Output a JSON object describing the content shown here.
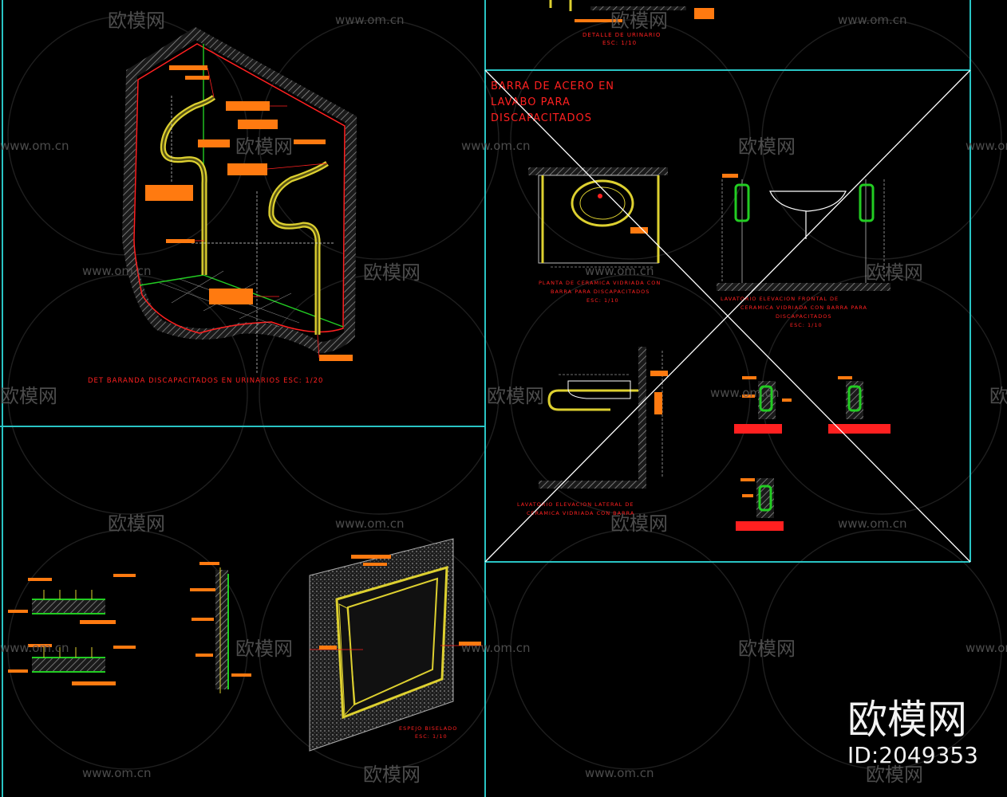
{
  "drawing": {
    "title_main": "BARRA DE ACERO EN LAVABO PARA DISCAPACITADOS",
    "title_lines": [
      "BARRA DE ACERO EN",
      "LAVABO PARA",
      "DISCAPACITADOS"
    ],
    "caption_urinal": "DET BARANDA DISCAPACITADOS EN URINARIOS   ESC: 1/20",
    "caption_plan": [
      "PLANTA DE CERAMICA VIDRIADA CON",
      "BARRA PARA DISCAPACITADOS",
      "ESC: 1/10"
    ],
    "caption_front": [
      "LAVATORIO ELEVACION FRONTAL DE",
      "CERAMICA VIDRIADA CON BARRA PARA",
      "DISCAPACITADOS",
      "ESC: 1/10"
    ],
    "caption_side": [
      "LAVATORIO ELEVACION LATERAL DE",
      "CERAMICA VIDRIADA CON BARRA"
    ],
    "caption_top_panel": [
      "DETALLE DE URINARIO",
      "ESC: 1/10"
    ],
    "caption_mirror": [
      "ESPEJO BISELADO",
      "ESC: 1/10"
    ]
  },
  "watermarks": {
    "site": "www.om.cn",
    "brand_cn": "欧模网",
    "footer_brand": "欧模网",
    "footer_id": "ID:2049353"
  },
  "colors": {
    "background": "#000000",
    "frame": "#29c4c4",
    "cad_red": "#ff2020",
    "cad_orange": "#ff7a10",
    "cad_yellow": "#e8e020",
    "cad_green": "#22cc22",
    "cad_white": "#ffffff",
    "hatch_gray": "#9a9a9a"
  }
}
